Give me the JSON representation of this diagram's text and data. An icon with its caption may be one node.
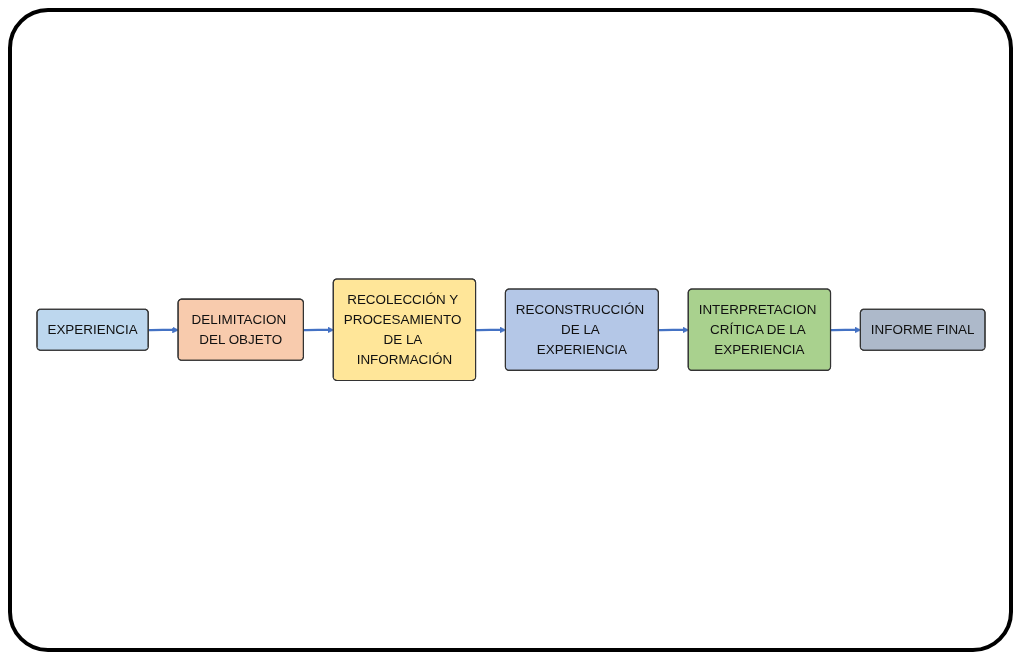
{
  "diagram": {
    "nodes": [
      {
        "text": [
          "EXPERIENCIA"
        ]
      },
      {
        "text": [
          "DELIMITACION DEL OBJETO"
        ]
      },
      {
        "text": [
          "RECOLECCIÓN Y PROCESAMIENTO DE LA INFORMACIÓN"
        ]
      },
      {
        "text": [
          "RECONSTRUCCIÓN DE LA EXPERIENCIA"
        ]
      },
      {
        "text": [
          "INTERPRETACION CRÍTICA DE LA EXPERIENCIA"
        ]
      },
      {
        "text": [
          "INFORME FINAL"
        ]
      }
    ],
    "edges": [
      {
        "from": 0,
        "to": 1,
        "arrow": "to"
      },
      {
        "from": 1,
        "to": 2,
        "arrow": "to"
      },
      {
        "from": 2,
        "to": 3,
        "arrow": "to"
      },
      {
        "from": 3,
        "to": 4,
        "arrow": "to"
      },
      {
        "from": 4,
        "to": 5,
        "arrow": "to"
      }
    ]
  }
}
